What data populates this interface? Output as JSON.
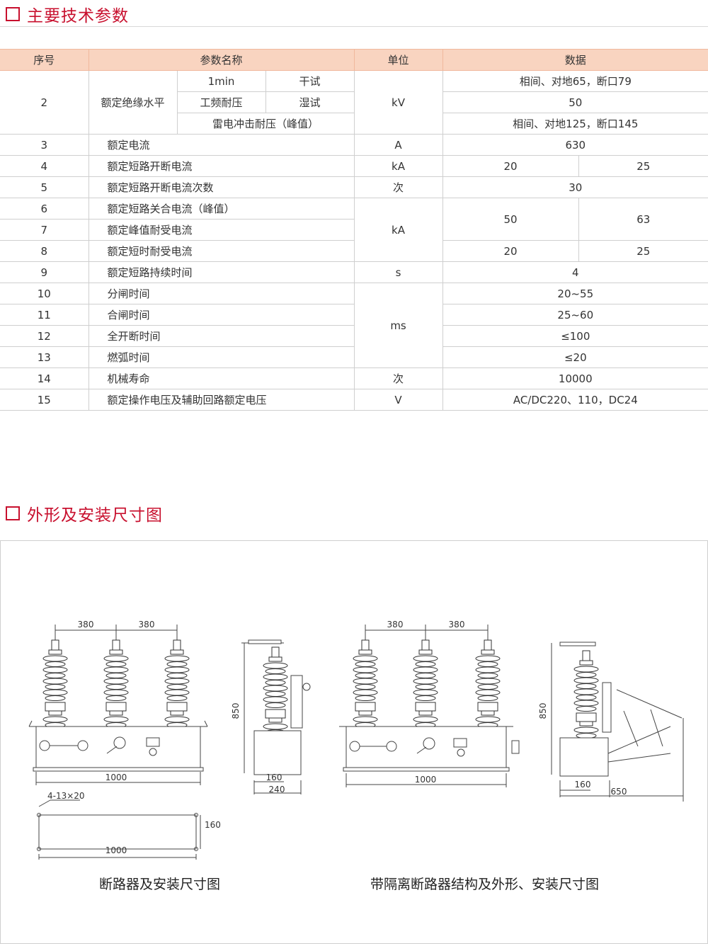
{
  "section1": {
    "title": "主要技术参数"
  },
  "section2": {
    "title": "外形及安装尺寸图"
  },
  "table": {
    "headers": {
      "no": "序号",
      "name": "参数名称",
      "unit": "单位",
      "data": "数据"
    },
    "r2": {
      "no": "2",
      "name": "额定绝缘水平",
      "sub1": "1min",
      "sub2": "工频耐压",
      "dry": "干试",
      "wet": "湿试",
      "lightning": "雷电冲击耐压（峰值）",
      "unit": "kV",
      "v_dry": "相间、对地65，断口79",
      "v_wet": "50",
      "v_lightning": "相间、对地125，断口145"
    },
    "r3": {
      "no": "3",
      "name": "额定电流",
      "unit": "A",
      "v": "630"
    },
    "r4": {
      "no": "4",
      "name": "额定短路开断电流",
      "unit": "kA",
      "v1": "20",
      "v2": "25"
    },
    "r5": {
      "no": "5",
      "name": "额定短路开断电流次数",
      "unit": "次",
      "v": "30"
    },
    "r6": {
      "no": "6",
      "name": "额定短路关合电流（峰值）"
    },
    "r7": {
      "no": "7",
      "name": "额定峰值耐受电流",
      "unit": "kA",
      "v1": "50",
      "v2": "63"
    },
    "r8": {
      "no": "8",
      "name": "额定短时耐受电流",
      "v1": "20",
      "v2": "25"
    },
    "r9": {
      "no": "9",
      "name": "额定短路持续时间",
      "unit": "s",
      "v": "4"
    },
    "r10": {
      "no": "10",
      "name": "分闸时间",
      "v": "20~55"
    },
    "r11": {
      "no": "11",
      "name": "合闸时间",
      "v": "25~60",
      "unit": "ms"
    },
    "r12": {
      "no": "12",
      "name": "全开断时间",
      "v": "≤100"
    },
    "r13": {
      "no": "13",
      "name": "燃弧时间",
      "v": "≤20"
    },
    "r14": {
      "no": "14",
      "name": "机械寿命",
      "unit": "次",
      "v": "10000"
    },
    "r15": {
      "no": "15",
      "name": "额定操作电压及辅助回路额定电压",
      "unit": "V",
      "v": "AC/DC220、110，DC24"
    }
  },
  "drawing": {
    "dims": {
      "d380": "380",
      "d1000": "1000",
      "d850": "850",
      "d160": "160",
      "d240": "240",
      "d650": "650",
      "holes": "4-13×20"
    },
    "caption_left": "断路器及安装尺寸图",
    "caption_right": "带隔离断路器结构及外形、安装尺寸图"
  }
}
